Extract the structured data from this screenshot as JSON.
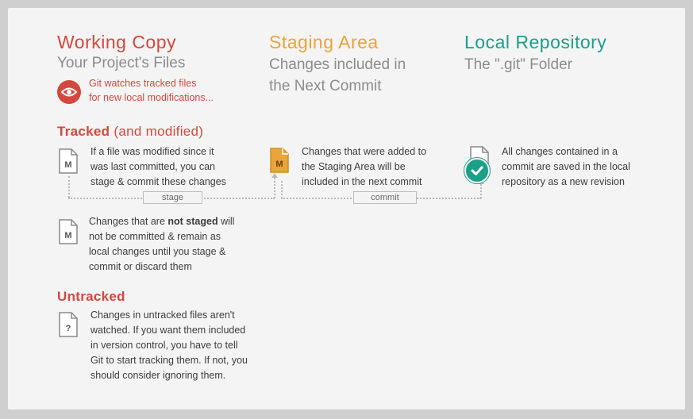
{
  "working_copy": {
    "title": "Working Copy",
    "subtitle": "Your Project's Files",
    "note_line1": "Git watches tracked files",
    "note_line2": "for new local modifications..."
  },
  "staging_area": {
    "title": "Staging Area",
    "subtitle_line1": "Changes included in",
    "subtitle_line2": "the Next Commit",
    "text_lines": [
      "Changes that were added to",
      "the Staging Area will be",
      "included in the next commit"
    ]
  },
  "local_repository": {
    "title": "Local Repository",
    "subtitle": "The \".git\" Folder",
    "text_lines": [
      "All changes contained in a",
      "commit are saved in the local",
      "repository as a new revision"
    ]
  },
  "tracked": {
    "heading": "Tracked",
    "heading_suffix": "(and modified)",
    "modified_text_lines": [
      "If a file was modified since it",
      "was last committed, you can",
      "stage & commit these changes"
    ],
    "not_staged_prefix": "Changes that are",
    "not_staged_bold": "not staged",
    "not_staged_suffix": "will",
    "not_staged_lines": [
      "not be committed & remain as",
      "local changes until you stage &",
      "commit or discard them"
    ]
  },
  "untracked": {
    "heading": "Untracked",
    "text_lines": [
      "Changes in untracked files aren't",
      "watched. If you want them included",
      "in version control, you have to tell",
      "Git to start tracking them. If not, you",
      "should consider ignoring them."
    ]
  },
  "flow": {
    "stage_label": "stage",
    "commit_label": "commit"
  },
  "icons": {
    "modified_letter": "M",
    "untracked_letter": "?",
    "eye": "eye-icon",
    "check": "checkmark-icon"
  },
  "colors": {
    "red": "#d3483e",
    "orange": "#e9a43b",
    "green": "#1d9f88"
  }
}
